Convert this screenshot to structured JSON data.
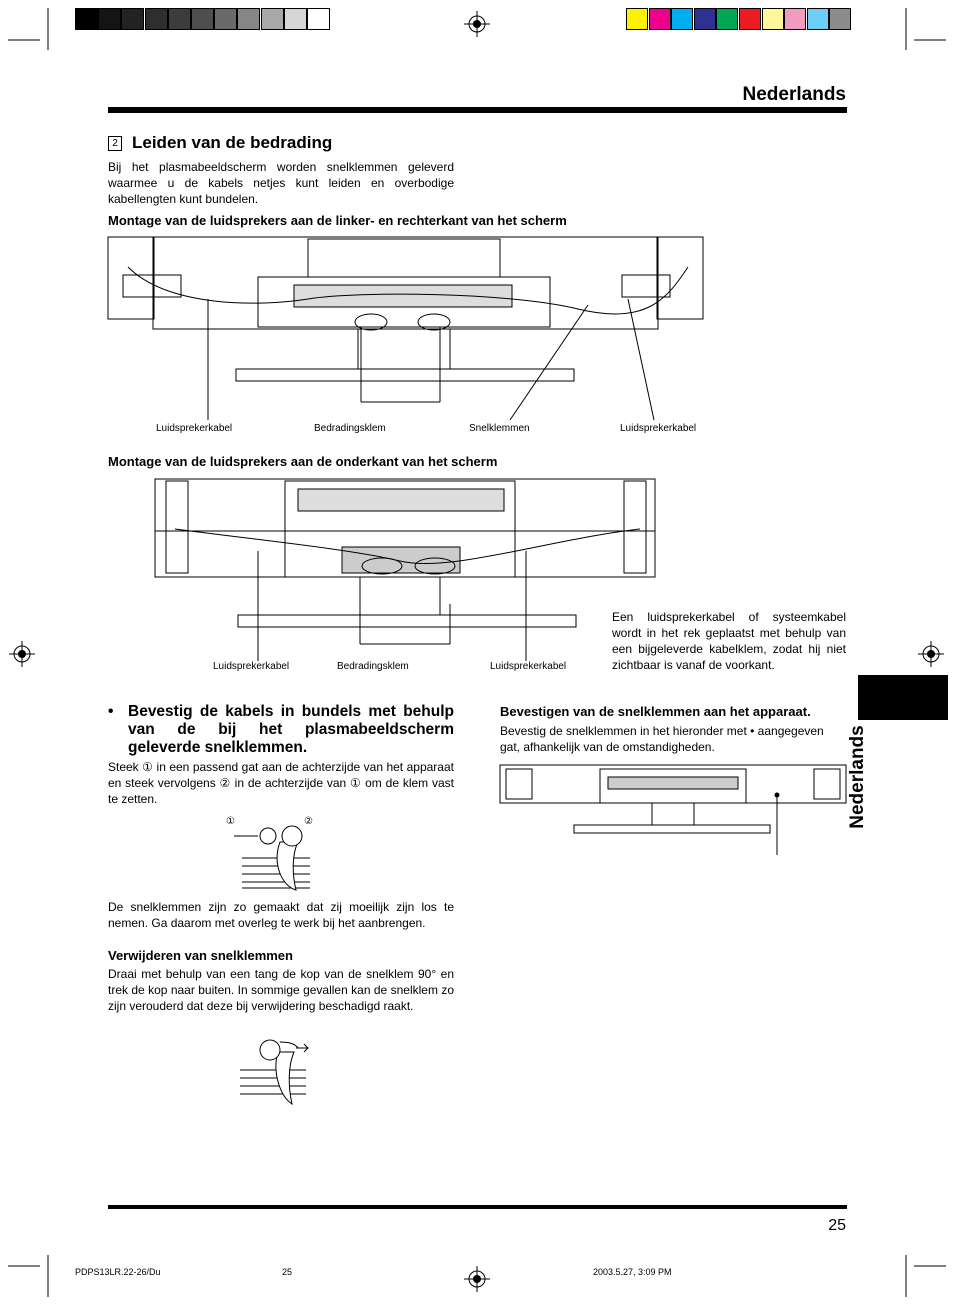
{
  "header": {
    "language": "Nederlands",
    "gray_swatches": [
      "#000000",
      "#141414",
      "#222222",
      "#2e2e2e",
      "#3c3c3c",
      "#4e4e4e",
      "#6a6a6a",
      "#868686",
      "#a8a8a8",
      "#d6d6d6",
      "#ffffff"
    ],
    "color_swatches": [
      "#fff200",
      "#ec008c",
      "#00aeef",
      "#2e3192",
      "#00a651",
      "#ed1c24",
      "#fff799",
      "#f49ac1",
      "#6dcff6",
      "#8c8c8c"
    ]
  },
  "section": {
    "number": "2",
    "title": "Leiden van de bedrading",
    "intro": "Bij het plasmabeeldscherm worden snelklemmen geleverd waarmee u de kabels netjes kunt leiden en overbodige kabellengten kunt bundelen."
  },
  "figure1": {
    "heading": "Montage van de luidsprekers aan de linker- en rechterkant van het scherm",
    "labels": [
      "Luidsprekerkabel",
      "Bedradingsklem",
      "Snelklemmen",
      "Luidsprekerkabel"
    ]
  },
  "figure2": {
    "heading": "Montage van de luidsprekers aan de onderkant van het scherm",
    "labels": [
      "Luidsprekerkabel",
      "Bedradingsklem",
      "Luidsprekerkabel"
    ],
    "note": "Een luidsprekerkabel of systeemkabel wordt in het rek geplaatst met behulp van een bijgeleverde kabelklem, zodat hij niet zichtbaar is vanaf de voorkant."
  },
  "bundle": {
    "bullet": "•",
    "heading": "Bevestig de kabels in bundels met behulp van de bij het plasmabeeldscherm geleverde snelklemmen.",
    "text": "Steek ① in een passend gat aan de achterzijde van het apparaat en steek vervolgens ② in de achterzijde van ① om de klem vast te zetten.",
    "marker1": "①",
    "marker2": "②",
    "note": "De snelklemmen zijn zo gemaakt dat zij moeilijk zijn los te nemen. Ga daarom met overleg te werk bij het aanbrengen."
  },
  "remove": {
    "heading": "Verwijderen van snelklemmen",
    "text": "Draai met behulp van een tang de kop van de snelklem 90° en trek de kop naar buiten. In sommige gevallen kan de snelklem zo zijn verouderd dat deze bij verwijdering beschadigd raakt."
  },
  "attach": {
    "heading": "Bevestigen van de snelklemmen aan het apparaat.",
    "text": "Bevestig de snelklemmen in het hieronder met • aangegeven gat, afhankelijk van de omstandigheden."
  },
  "side_tab": "Nederlands",
  "page_number": "25",
  "footer": {
    "file": "PDPS13LR.22-26/Du",
    "page": "25",
    "date": "2003.5.27, 3:09 PM"
  }
}
